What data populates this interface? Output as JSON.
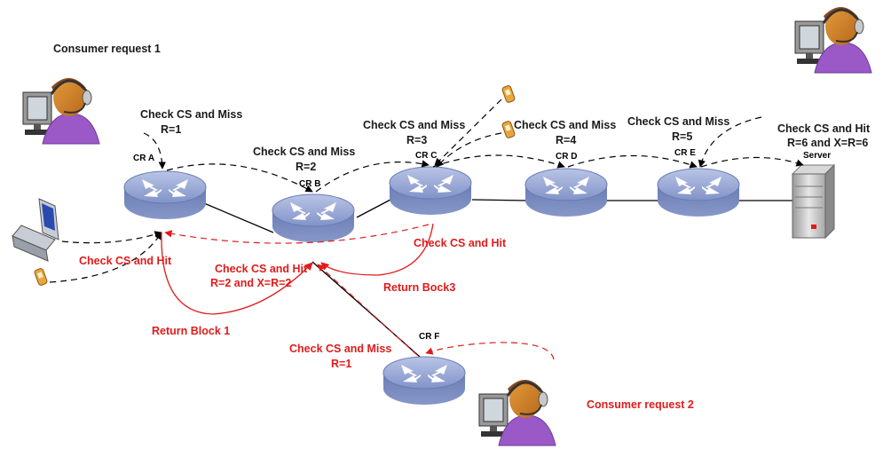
{
  "colors": {
    "black_arrow": "#000000",
    "red_arrow": "#e01b1b",
    "router_fill": "#7f90c0",
    "person_shirt": "#9b59c8"
  },
  "nodes": {
    "cr_a": "CR A",
    "cr_b": "CR B",
    "cr_c": "CR C",
    "cr_d": "CR D",
    "cr_e": "CR E",
    "cr_f": "CR F",
    "server": "Server"
  },
  "labels": {
    "consumer_request_1": "Consumer request 1",
    "consumer_request_2": "Consumer request 2",
    "a_check": "Check CS and Miss",
    "a_r": "R=1",
    "b_check": "Check CS and Miss",
    "b_r": "R=2",
    "c_check": "Check CS and Miss",
    "c_r": "R=3",
    "d_check": "Check CS and Miss",
    "d_r": "R=4",
    "e_check": "Check CS and Miss",
    "e_r": "R=5",
    "server_check": "Check CS and Hit",
    "server_r": "R=6 and X=R=6",
    "phone_hit": "Check CS and Hit",
    "b_hit": "Check CS and Hit",
    "b_hit_r": "R=2 and X=R=2",
    "c_hit": "Check CS and Hit",
    "return_block1": "Return Block 1",
    "return_bock3": "Return Bock3",
    "f_check": "Check CS and Miss",
    "f_r": "R=1"
  }
}
